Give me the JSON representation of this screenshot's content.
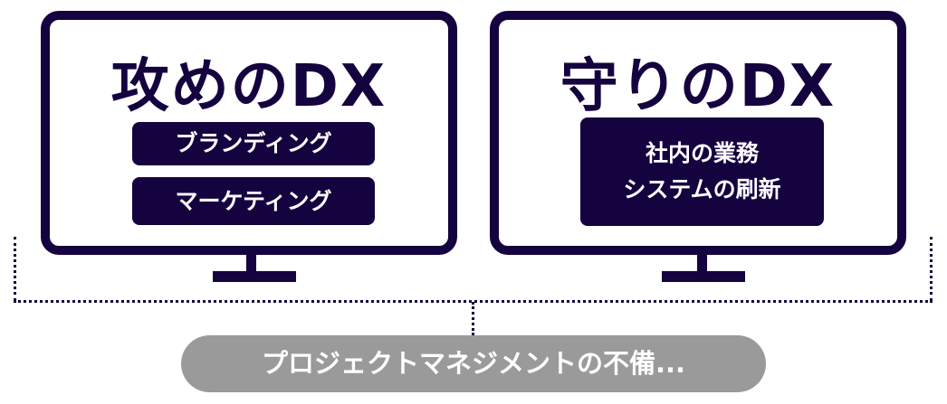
{
  "left": {
    "title": "攻めのDX",
    "items": [
      "ブランディング",
      "マーケティング"
    ]
  },
  "right": {
    "title": "守りのDX",
    "items": [
      "社内の業務",
      "システムの刷新"
    ]
  },
  "footer": {
    "label": "プロジェクトマネジメントの不備..."
  },
  "colors": {
    "navy": "#14033f",
    "gray": "#9a9a9a"
  }
}
